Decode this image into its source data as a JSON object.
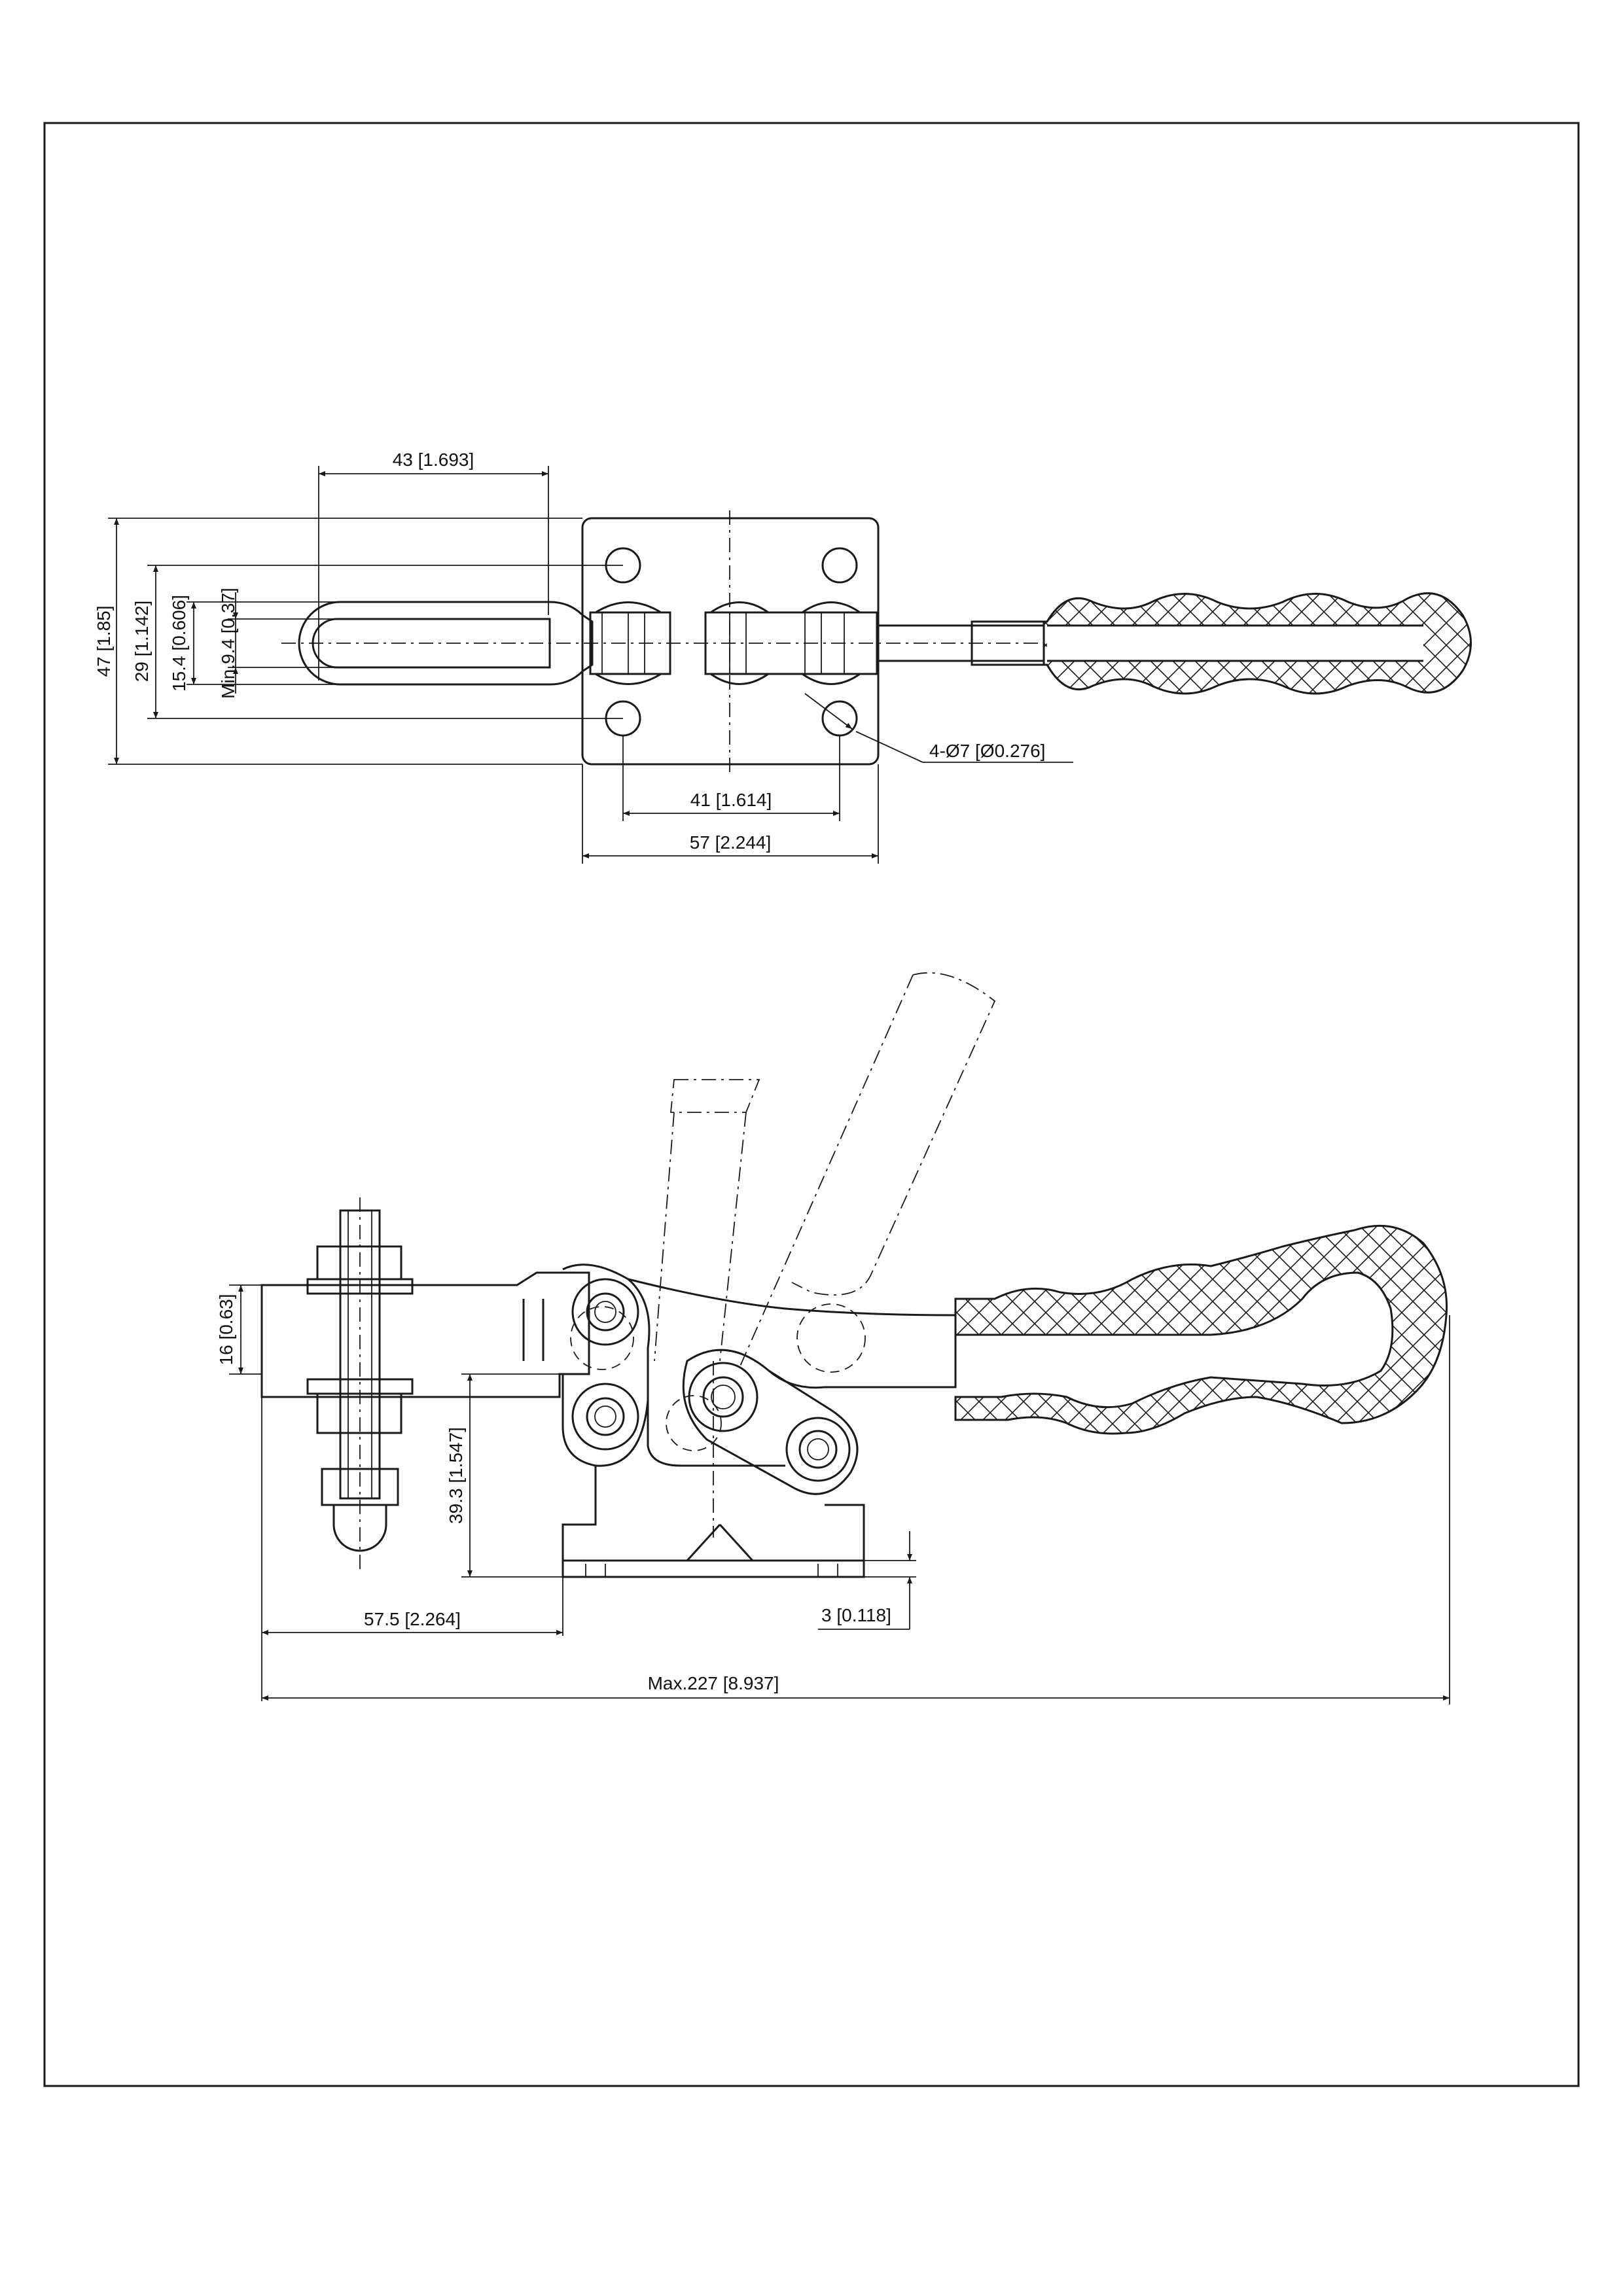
{
  "drawing": {
    "top_view": {
      "dims": {
        "width_43": "43 [1.693]",
        "height_47": "47 [1.85]",
        "height_29": "29 [1.142]",
        "height_15_4": "15.4 [0.606]",
        "min_9_4": "Min.9.4 [0.37]",
        "holes": "4-Ø7 [Ø0.276]",
        "spacing_41": "41 [1.614]",
        "width_57": "57 [2.244]"
      }
    },
    "side_view": {
      "dims": {
        "height_16": "16 [0.63]",
        "height_39_3": "39.3 [1.547]",
        "length_57_5": "57.5 [2.264]",
        "thickness_3": "3 [0.118]",
        "max_227": "Max.227 [8.937]"
      }
    }
  }
}
